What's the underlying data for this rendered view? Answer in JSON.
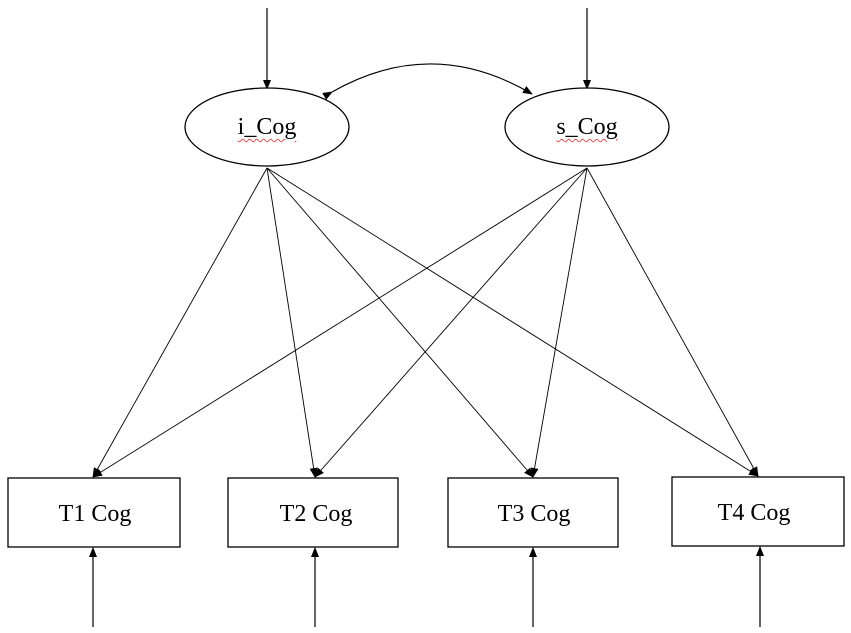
{
  "latent_factors": [
    {
      "id": "i",
      "label": "i_Cog"
    },
    {
      "id": "s",
      "label": "s_Cog"
    }
  ],
  "observed": [
    {
      "id": "t1",
      "label": "T1 Cog"
    },
    {
      "id": "t2",
      "label": "T2 Cog"
    },
    {
      "id": "t3",
      "label": "T3 Cog"
    },
    {
      "id": "t4",
      "label": "T4 Cog"
    }
  ],
  "paths": [
    {
      "from": "i",
      "to": "t1"
    },
    {
      "from": "i",
      "to": "t2"
    },
    {
      "from": "i",
      "to": "t3"
    },
    {
      "from": "i",
      "to": "t4"
    },
    {
      "from": "s",
      "to": "t1"
    },
    {
      "from": "s",
      "to": "t2"
    },
    {
      "from": "s",
      "to": "t3"
    },
    {
      "from": "s",
      "to": "t4"
    }
  ],
  "covariances": [
    {
      "between": [
        "i",
        "s"
      ]
    }
  ],
  "colors": {
    "line": "#000000",
    "spellcheck_underline": "#d9534f"
  }
}
